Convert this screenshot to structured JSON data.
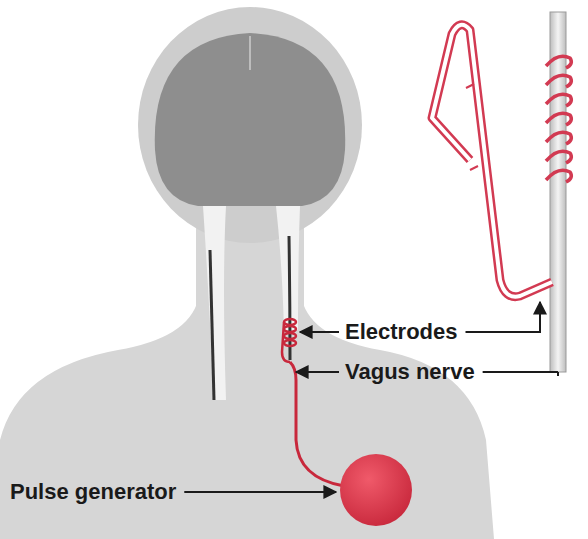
{
  "diagram": {
    "labels": [
      "Electrodes",
      "Vagus nerve",
      "Pulse generator"
    ]
  }
}
